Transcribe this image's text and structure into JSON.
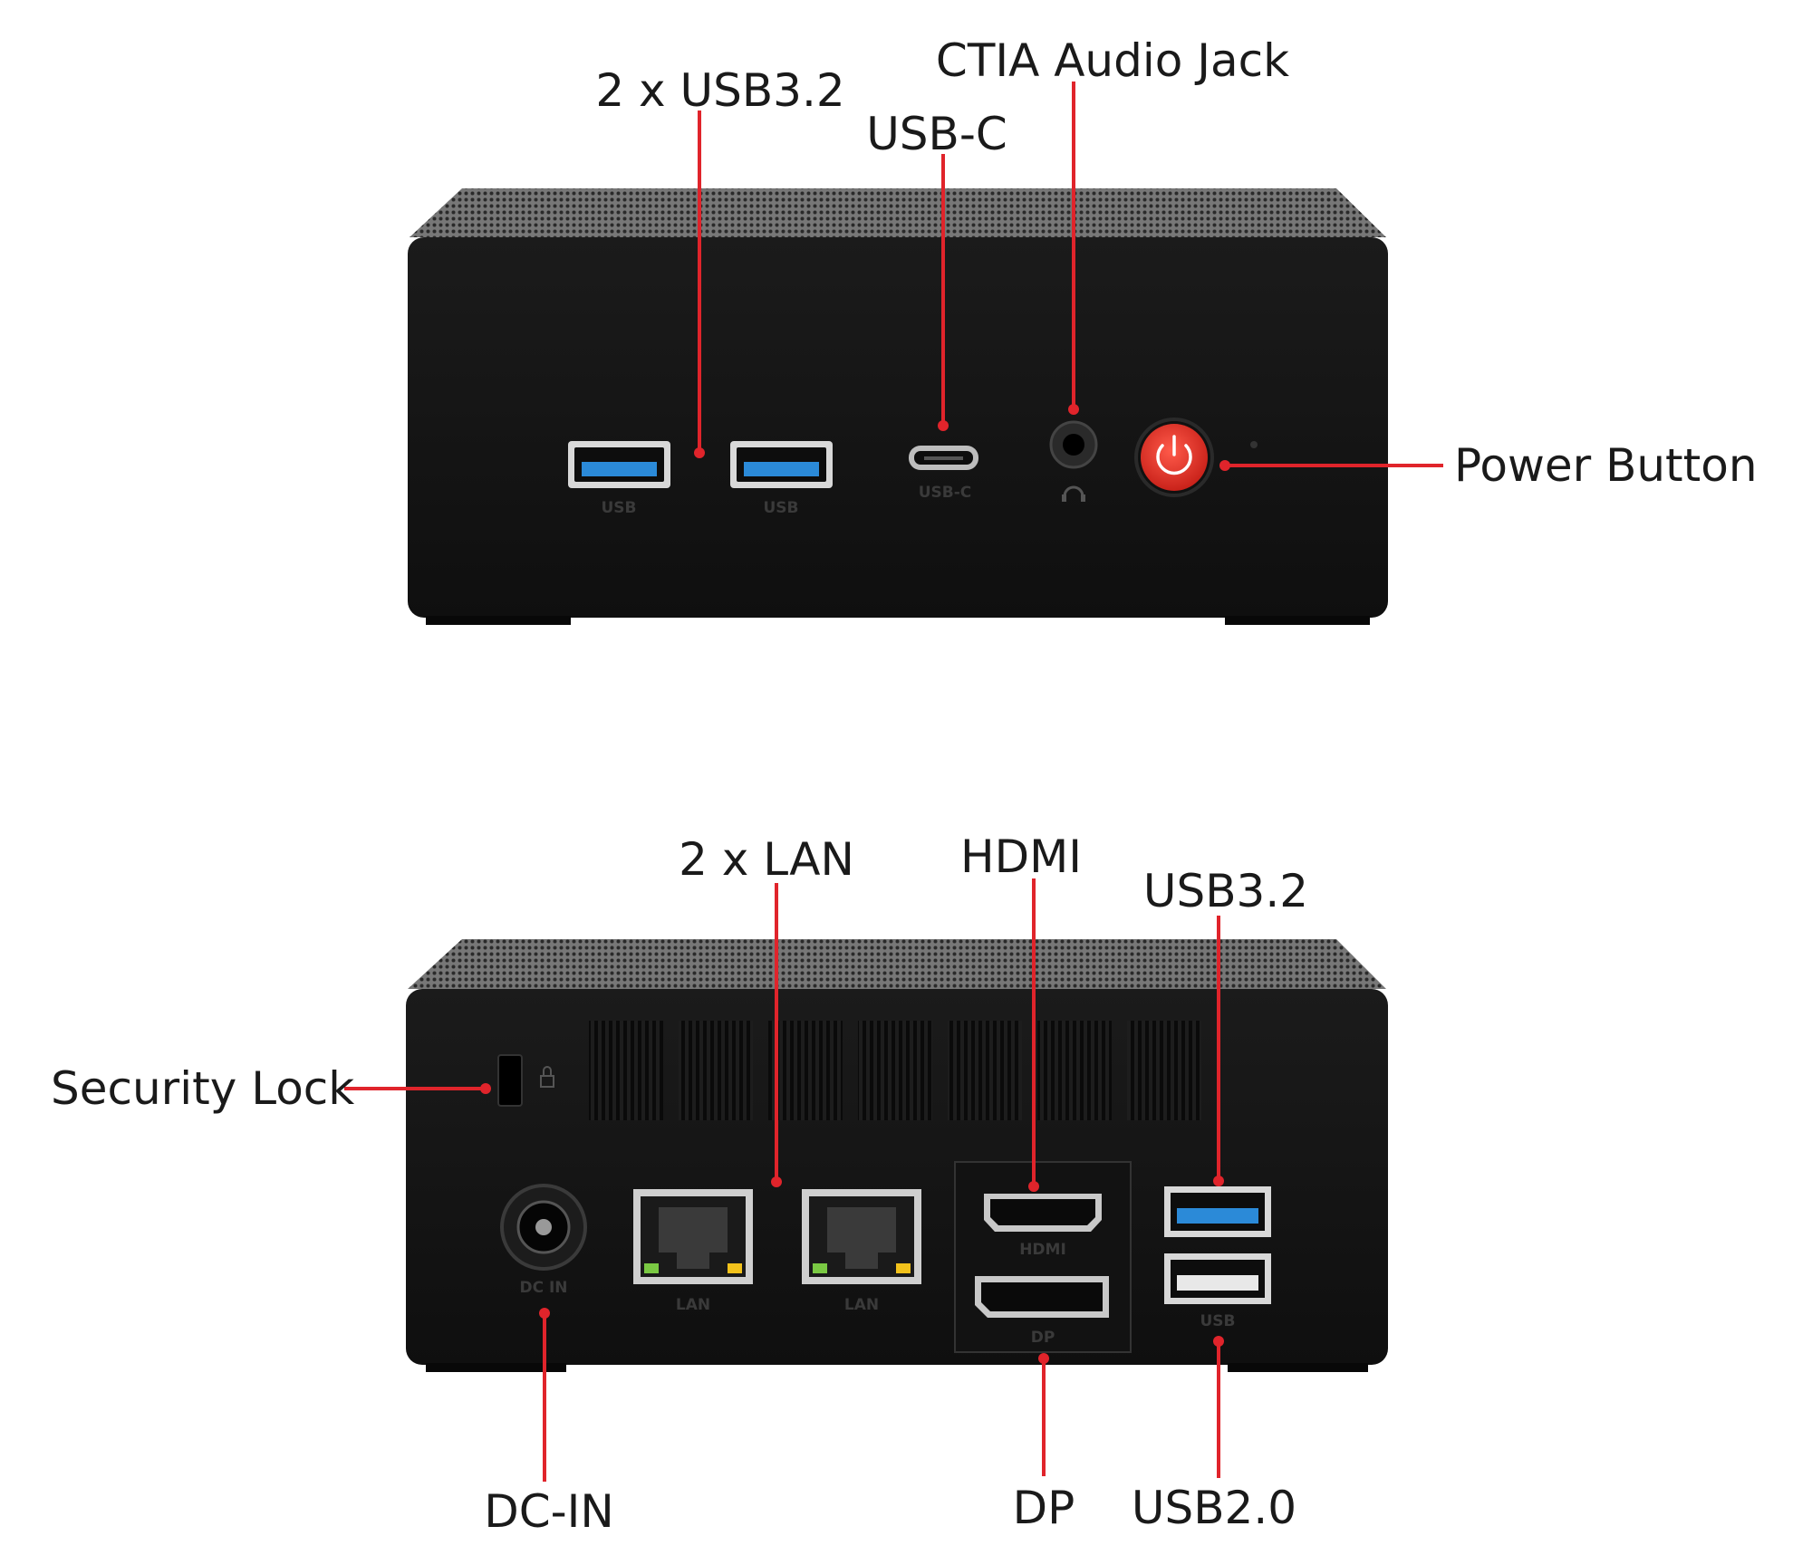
{
  "colors": {
    "callout": "#e0242b",
    "chassis": "#141414",
    "usb3_blue": "#2b8ad8",
    "power_button": "#e8352b"
  },
  "front": {
    "callouts": {
      "usb32_pair": "2 x USB3.2",
      "usb_c": "USB-C",
      "audio": "CTIA Audio Jack",
      "power": "Power Button"
    },
    "port_labels": {
      "usb_left": "USB",
      "usb_right": "USB",
      "usb_c": "USB-C"
    },
    "icons": [
      "usb-a-port",
      "usb-c-port",
      "audio-jack",
      "headset-icon",
      "power-icon"
    ]
  },
  "rear": {
    "callouts": {
      "lan": "2 x LAN",
      "hdmi": "HDMI",
      "usb32": "USB3.2",
      "security_lock": "Security Lock",
      "dc_in": "DC-IN",
      "dp": "DP",
      "usb20": "USB2.0"
    },
    "port_labels": {
      "dc_in": "DC IN",
      "lan_left": "LAN",
      "lan_right": "LAN",
      "hdmi": "HDMI",
      "dp": "DP",
      "usb": "USB"
    },
    "icons": [
      "dc-jack",
      "rj45-port",
      "hdmi-port",
      "displayport",
      "usb-a-port",
      "lock-icon"
    ]
  }
}
